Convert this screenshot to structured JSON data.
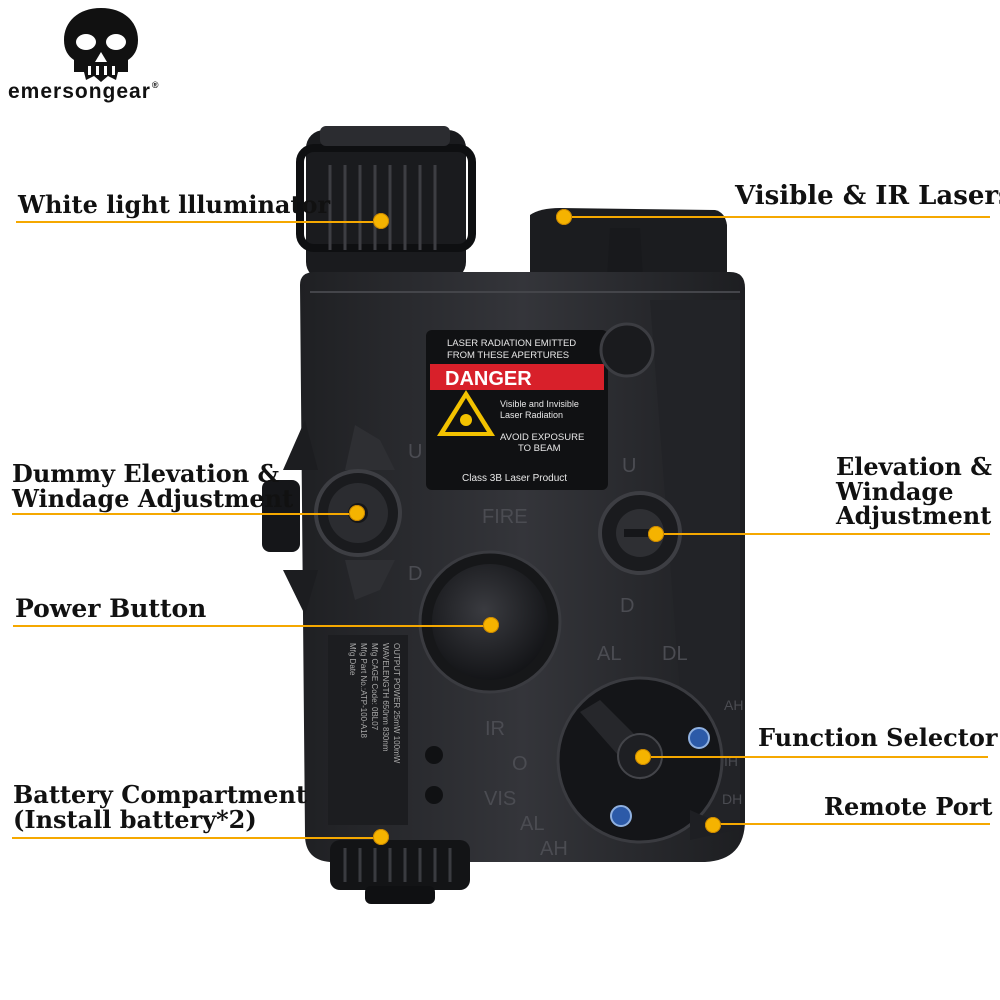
{
  "brand": {
    "name": "emersongear",
    "mark": "®"
  },
  "labels": {
    "white_light": "White light llluminator",
    "lasers": "Visible & IR Lasers",
    "dummy_adj_line1": "Dummy Elevation &",
    "dummy_adj_line2": "Windage Adjustment",
    "elev_line1": "Elevation &",
    "elev_line2": "Windage",
    "elev_line3": "Adjustment",
    "power": "Power Button",
    "function_selector": "Function Selector",
    "battery_line1": "Battery Compartment",
    "battery_line2": "(Install battery*2)",
    "remote_port": "Remote Port"
  },
  "device_markings": {
    "warning_line1": "LASER RADIATION EMITTED",
    "warning_line2": "FROM THESE APERTURES",
    "danger": "DANGER",
    "info_line1": "Visible and Invisible",
    "info_line2": "Laser Radiation",
    "avoid_line1": "AVOID EXPOSURE",
    "avoid_line2": "TO BEAM",
    "class": "Class 3B Laser Product",
    "fire": "FIRE",
    "u": "U",
    "d": "D",
    "al": "AL",
    "dl": "DL",
    "ah": "AH",
    "ih": "IH",
    "dh": "DH",
    "ir": "IR",
    "off": "O",
    "vis": "VIS",
    "spec_lines": [
      "OUTPUT POWER 25mW 100mW",
      "WAVELENGTH 650nm 830nm",
      "Mfg CAGE Code: 0BL07",
      "Mfg Part No.:ATP-100-A18",
      "Mfg Date"
    ]
  },
  "colors": {
    "accent_line": "#f5a800",
    "danger_red": "#d8202a",
    "device_body": "#2a2b2e"
  }
}
